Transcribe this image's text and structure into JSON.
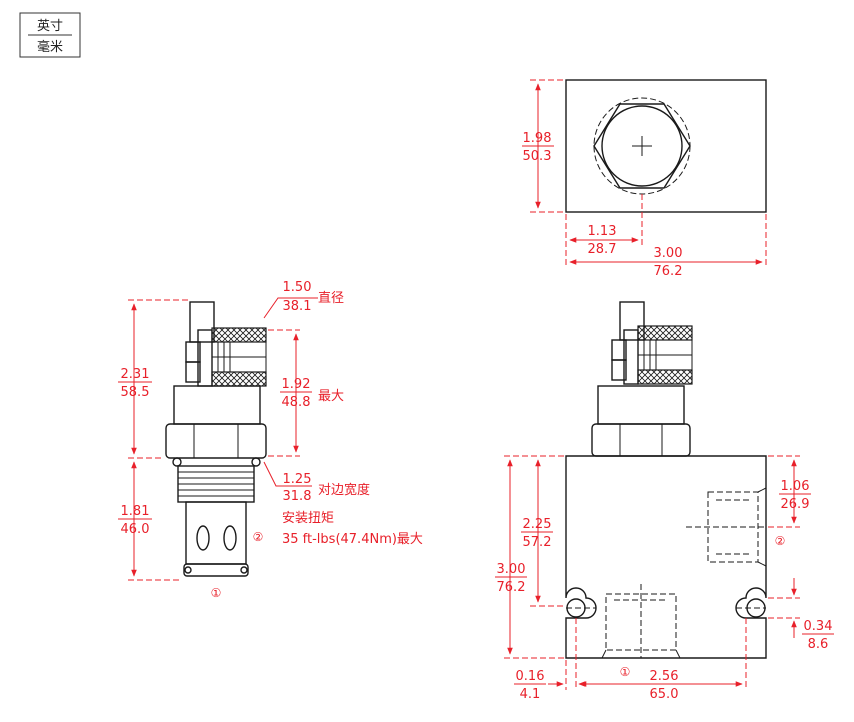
{
  "units": {
    "top": "英寸",
    "bottom": "毫米"
  },
  "cartridge": {
    "coil_dia": {
      "in": "1.50",
      "mm": "38.1",
      "label": "直径"
    },
    "height_top": {
      "in": "2.31",
      "mm": "58.5"
    },
    "height_max": {
      "in": "1.92",
      "mm": "48.8",
      "label": "最大"
    },
    "hex": {
      "in": "1.25",
      "mm": "31.8",
      "label": "对边宽度"
    },
    "torque_title": "安装扭矩",
    "torque_value": "35 ft-lbs(47.4Nm)最大",
    "height_bottom": {
      "in": "1.81",
      "mm": "46.0"
    },
    "port1": "①",
    "port2": "②"
  },
  "top_view": {
    "height": {
      "in": "1.98",
      "mm": "50.3"
    },
    "center": {
      "in": "1.13",
      "mm": "28.7"
    },
    "width": {
      "in": "3.00",
      "mm": "76.2"
    }
  },
  "body_view": {
    "port2_offset": {
      "in": "1.06",
      "mm": "26.9"
    },
    "port2_label": "②",
    "cavity_depth": {
      "in": "2.25",
      "mm": "57.2"
    },
    "height": {
      "in": "3.00",
      "mm": "76.2"
    },
    "mount_offset": {
      "in": "0.34",
      "mm": "8.6"
    },
    "left_offset": {
      "in": "0.16",
      "mm": "4.1"
    },
    "port1_label": "①",
    "hole_spacing": {
      "in": "2.56",
      "mm": "65.0"
    }
  }
}
